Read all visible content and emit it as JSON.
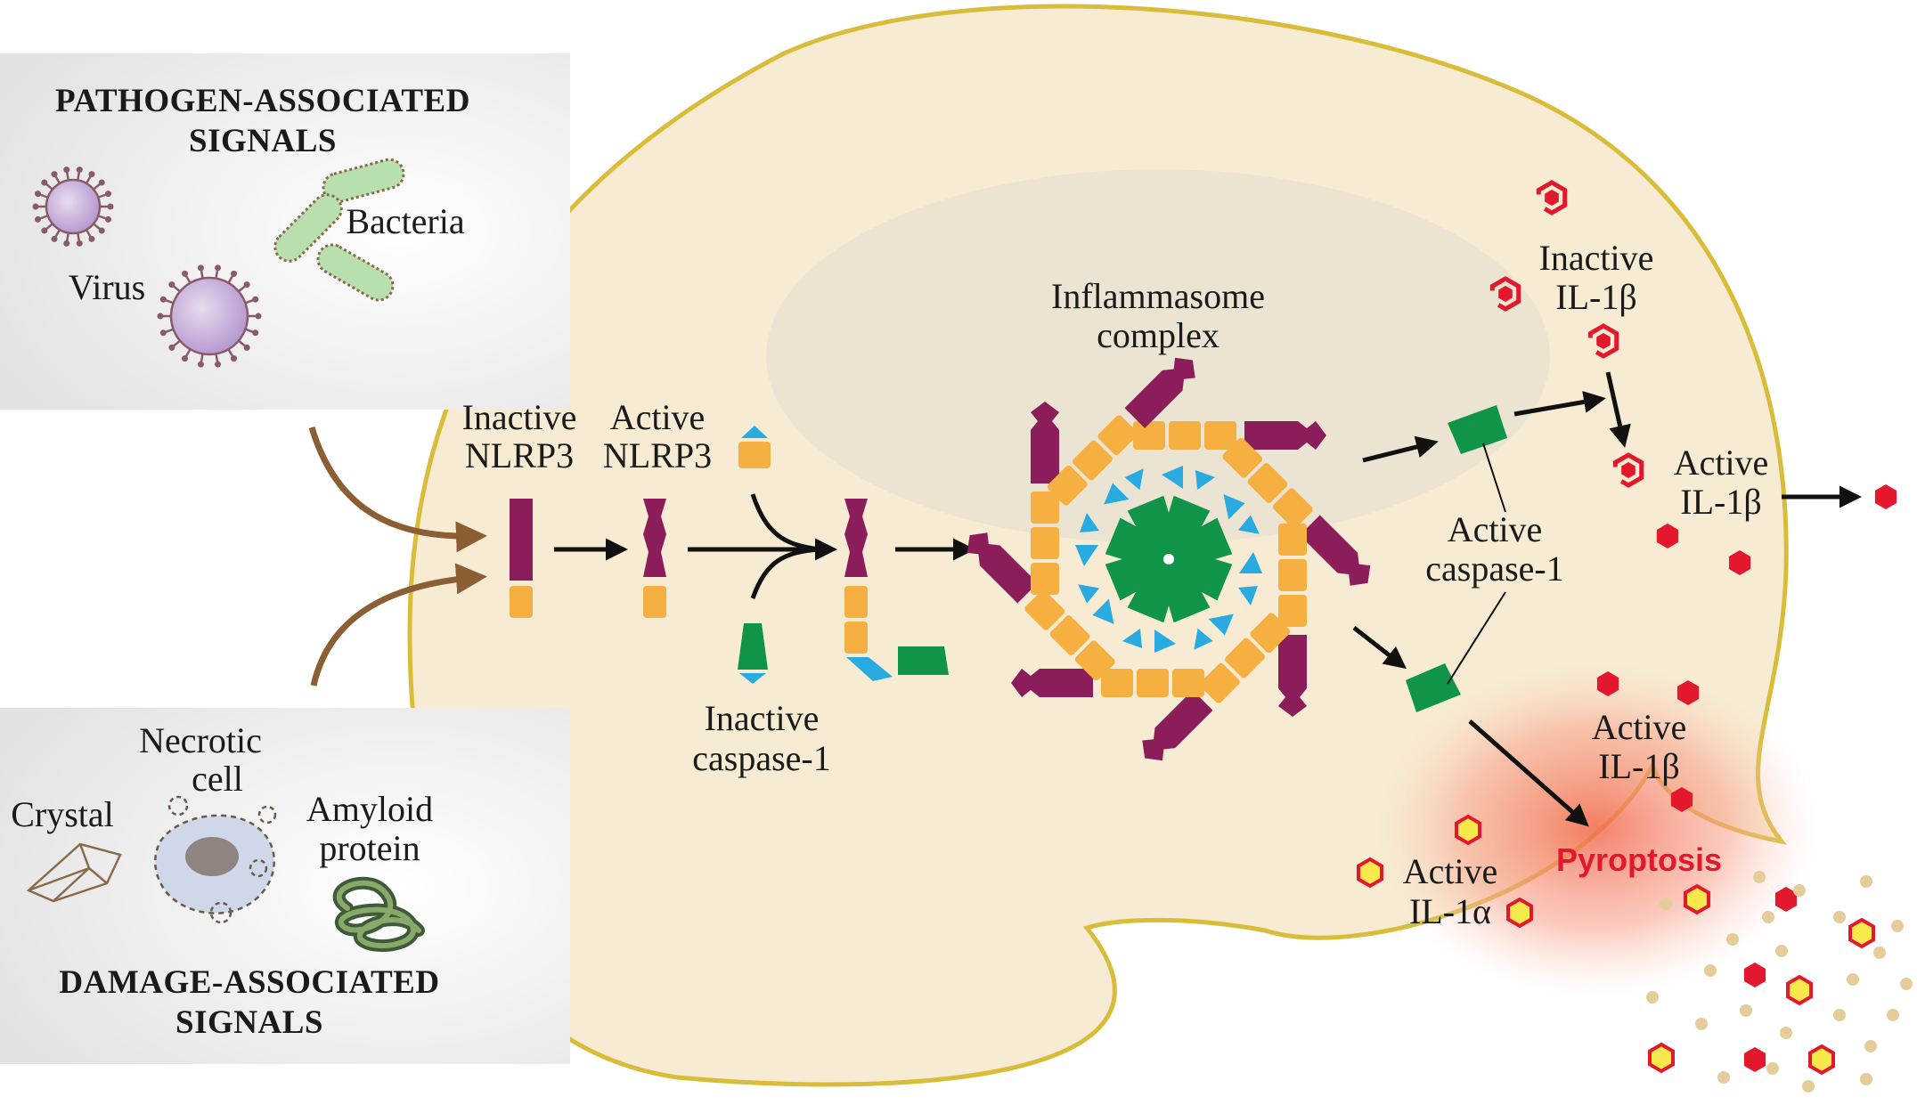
{
  "colors": {
    "cell_fill": "#f7ecd3",
    "cell_stroke": "#d9bd3a",
    "nucleus": "#ece4d2",
    "nlrp3": "#8b1e5a",
    "asc_orange": "#f5b041",
    "asc_blue": "#29aae1",
    "caspase_green": "#0f9448",
    "il1b_red": "#e3182d",
    "il1a_yellow": "#f7e84b",
    "arrow_brown": "#8b5e34",
    "pyroptosis_text": "#e3182d",
    "panel_bg": "#eeeeee",
    "virus": "#c8b4da",
    "bacteria": "#b8dfae"
  },
  "icons": [
    "virus-icon",
    "bacteria-icon",
    "crystal-icon",
    "necrotic-cell-icon",
    "amyloid-protein-icon"
  ],
  "panels": {
    "pathogen": {
      "title_line1": "PATHOGEN-ASSOCIATED",
      "title_line2": "SIGNALS",
      "virus_label": "Virus",
      "bacteria_label": "Bacteria"
    },
    "damage": {
      "title_line1": "DAMAGE-ASSOCIATED",
      "title_line2": "SIGNALS",
      "crystal_label": "Crystal",
      "necrotic_line1": "Necrotic",
      "necrotic_line2": "cell",
      "amyloid_line1": "Amyloid",
      "amyloid_line2": "protein"
    }
  },
  "labels": {
    "inactive_nlrp3_line1": "Inactive",
    "inactive_nlrp3_line2": "NLRP3",
    "active_nlrp3_line1": "Active",
    "active_nlrp3_line2": "NLRP3",
    "inactive_caspase_line1": "Inactive",
    "inactive_caspase_line2": "caspase-1",
    "inflammasome_line1": "Inflammasome",
    "inflammasome_line2": "complex",
    "active_caspase_line1": "Active",
    "active_caspase_line2": "caspase-1",
    "inactive_il1b_line1": "Inactive",
    "inactive_il1b_line2": "IL-1β",
    "active_il1b_line1": "Active",
    "active_il1b_line2": "IL-1β",
    "active_il1b2_line1": "Active",
    "active_il1b2_line2": "IL-1β",
    "active_il1a_line1": "Active",
    "active_il1a_line2": "IL-1α",
    "pyroptosis": "Pyroptosis"
  }
}
